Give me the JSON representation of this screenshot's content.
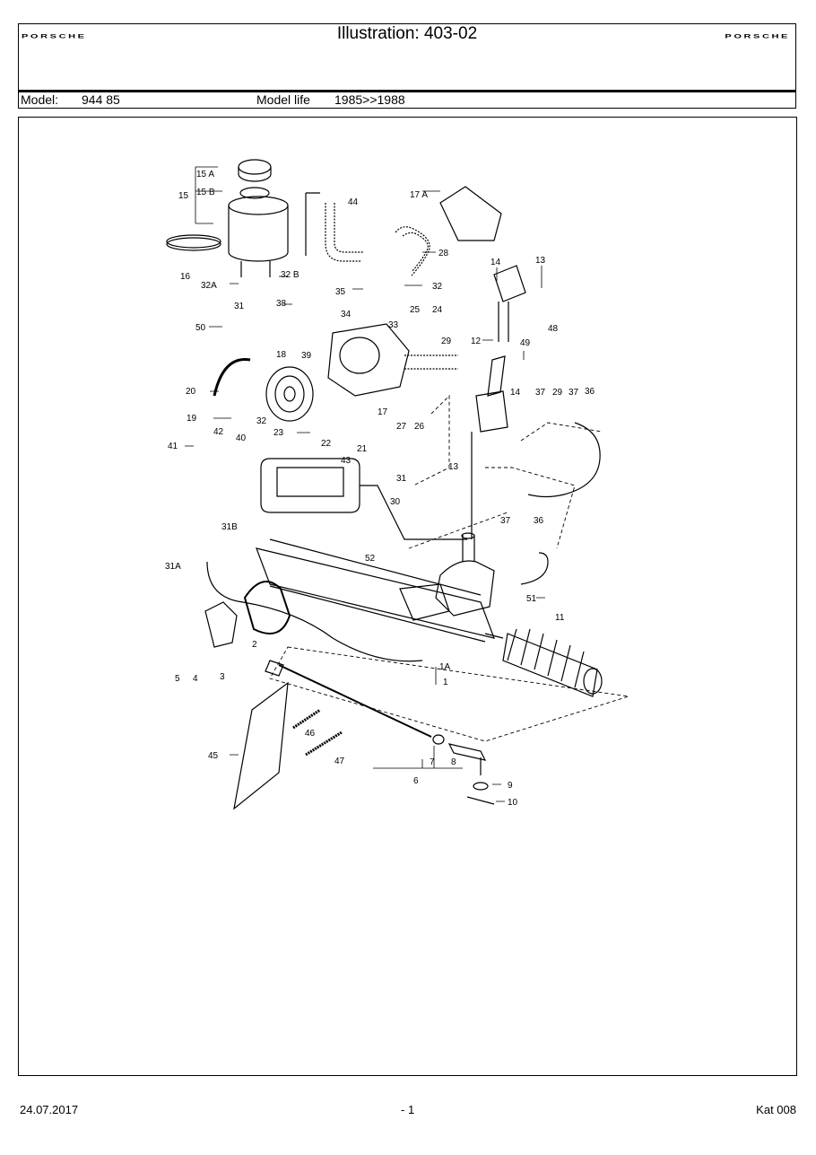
{
  "header": {
    "brand_left": "PORSCHE",
    "brand_right": "PORSCHE",
    "title": "Illustration: 403-02",
    "model_label": "Model:",
    "model_value": "944 85",
    "model_life_label": "Model life",
    "model_life_value": "1985>>1988"
  },
  "diagram": {
    "part_labels": {
      "p15a": "15 A",
      "p15b": "15 B",
      "p15": "15",
      "p16": "16",
      "p32a": "32A",
      "p32b": "32 B",
      "p44": "44",
      "p17a": "17 A",
      "p28": "28",
      "p35": "35",
      "p32_top": "32",
      "p31": "31",
      "p38": "38",
      "p34": "34",
      "p33": "33",
      "p25": "25",
      "p24": "24",
      "p50": "50",
      "p39": "39",
      "p29_top": "29",
      "p12": "12",
      "p14_top": "14",
      "p13_top": "13",
      "p48": "48",
      "p49": "49",
      "p18": "18",
      "p20": "20",
      "p19": "19",
      "p17": "17",
      "p27": "27",
      "p26": "26",
      "p32_mid": "32",
      "p23": "23",
      "p22": "22",
      "p21": "21",
      "p42": "42",
      "p40": "40",
      "p41": "41",
      "p43": "43",
      "p31_mid": "31",
      "p13_mid": "13",
      "p14_mid": "14",
      "p37_r": "37",
      "p29_r": "29",
      "p37_r2": "37",
      "p36_r": "36",
      "p30": "30",
      "p31b": "31B",
      "p31a": "31A",
      "p37_low": "37",
      "p36_low": "36",
      "p52": "52",
      "p51": "51",
      "p11": "11",
      "p2": "2",
      "p5": "5",
      "p4": "4",
      "p3": "3",
      "p1a": "1A",
      "p1": "1",
      "p46": "46",
      "p45": "45",
      "p47": "47",
      "p7": "7",
      "p8": "8",
      "p6": "6",
      "p9": "9",
      "p10": "10"
    }
  },
  "footer": {
    "date": "24.07.2017",
    "page": "- 1",
    "catalog": "Kat 008"
  }
}
